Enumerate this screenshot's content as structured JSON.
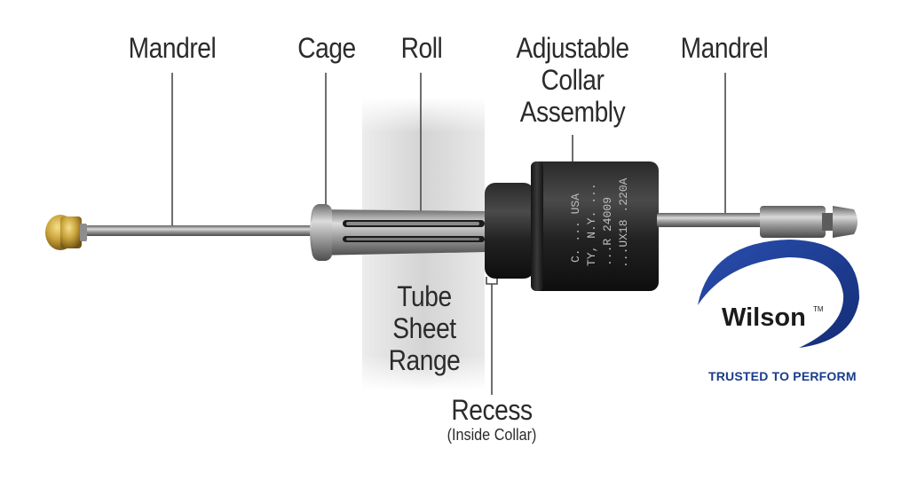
{
  "labels": {
    "mandrel_left": "Mandrel",
    "cage": "Cage",
    "roll": "Roll",
    "collar_line1": "Adjustable",
    "collar_line2": "Collar",
    "collar_line3": "Assembly",
    "mandrel_right": "Mandrel",
    "tube_sheet_line1": "Tube",
    "tube_sheet_line2": "Sheet",
    "tube_sheet_line3": "Range",
    "recess": "Recess",
    "recess_note": "(Inside Collar)"
  },
  "collar_engraving": [
    "C. ... USA",
    "TY, N.Y. ...",
    "...R 24009",
    "...UX18 .220A"
  ],
  "logo": {
    "word": "Wilson",
    "trademark": "TM",
    "tagline": "TRUSTED TO PERFORM",
    "colors": {
      "swoosh": "#1f3f95",
      "tagline": "#1a3b8c",
      "word": "#1b1b1b"
    }
  },
  "colors": {
    "background": "#ffffff",
    "label_text": "#2b2b2b",
    "tube_sheet_band": "#dcdcdc",
    "collar_body": "#1e1e1e",
    "brass_nut": "#c9a23a",
    "steel": "#9a9a9a"
  }
}
